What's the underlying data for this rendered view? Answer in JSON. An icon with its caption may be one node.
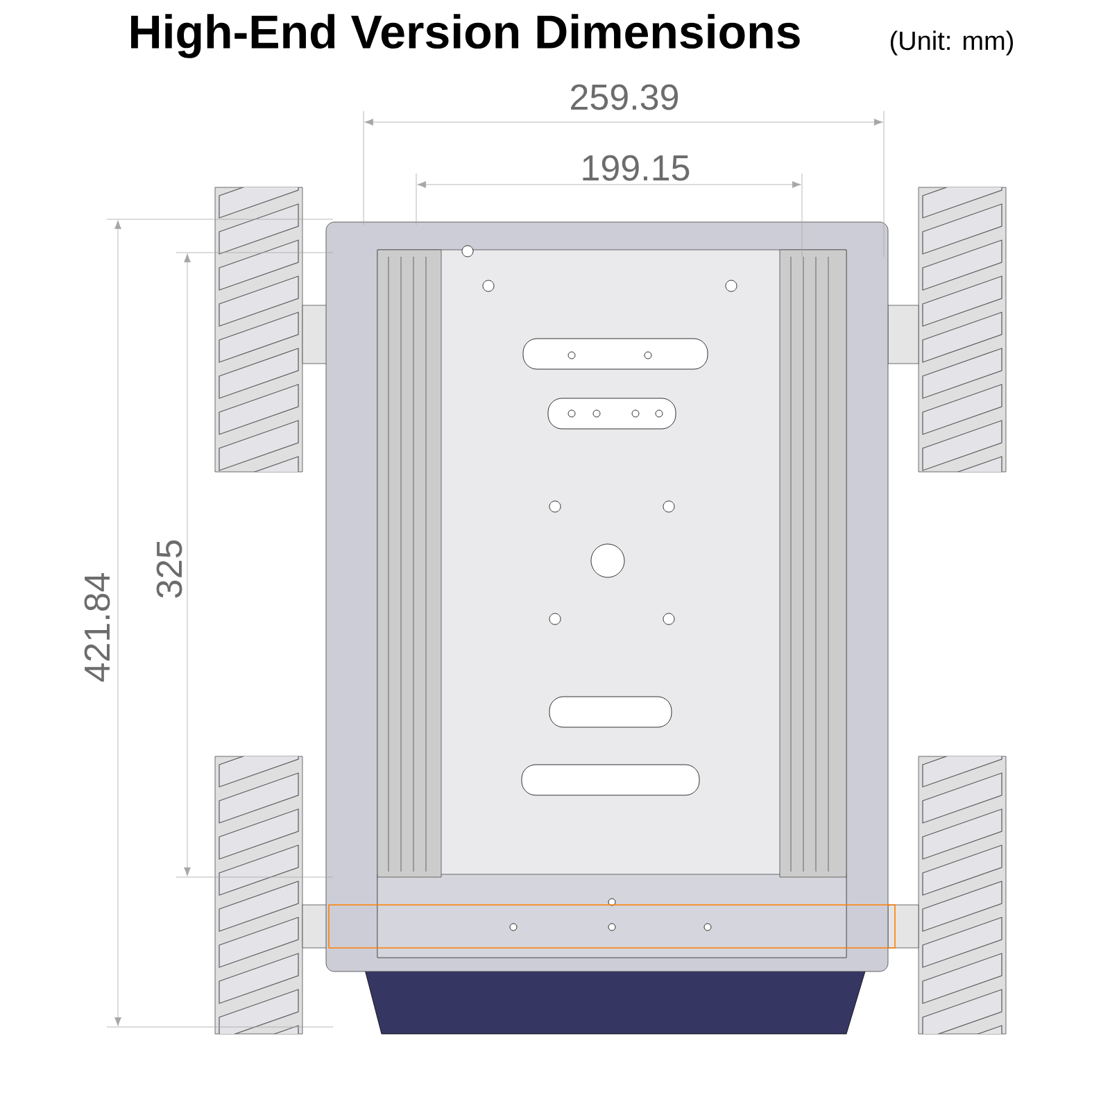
{
  "diagram": {
    "title": "High-End Version Dimensions",
    "labels": [
      "(Unit: mm)",
      "259.39",
      "199.15",
      "421.84",
      "325"
    ]
  }
}
